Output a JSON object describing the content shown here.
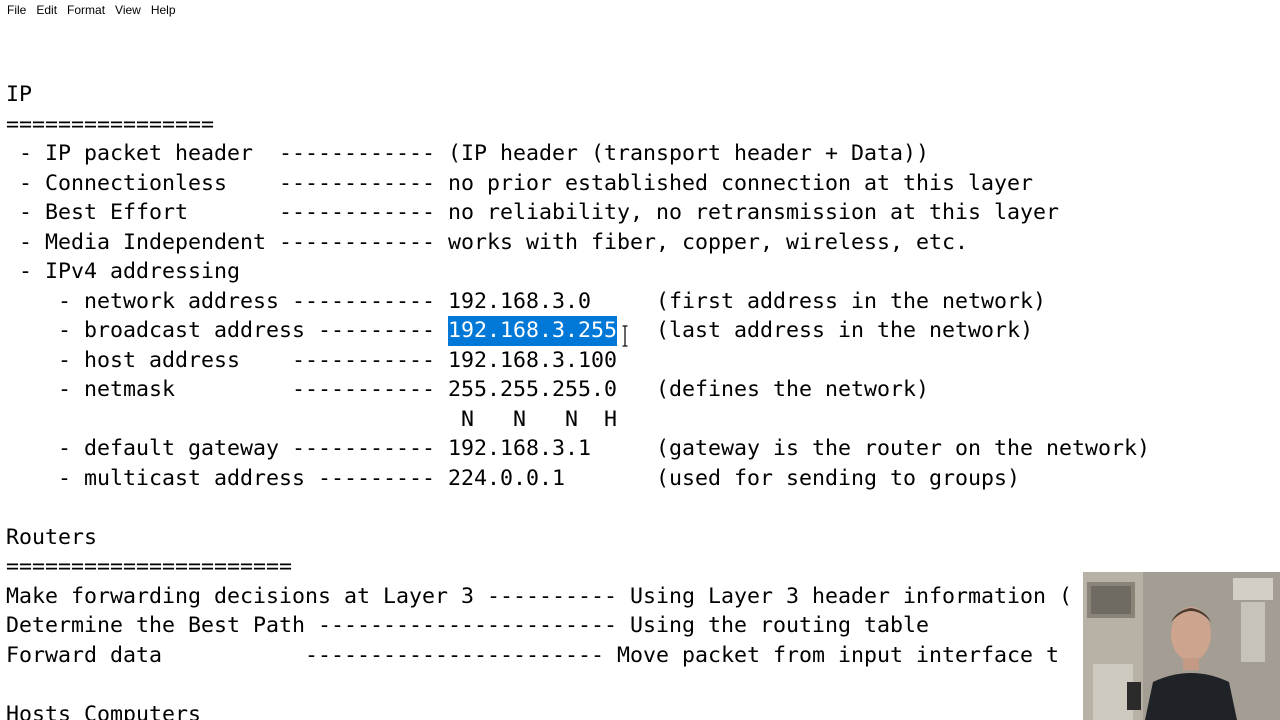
{
  "menu": {
    "items": [
      "File",
      "Edit",
      "Format",
      "View",
      "Help"
    ]
  },
  "editor": {
    "lines": [
      {
        "before": "IP",
        "selected": "",
        "after": ""
      },
      {
        "before": "================",
        "selected": "",
        "after": ""
      },
      {
        "before": " - IP packet header  ------------ (IP header (transport header + Data))",
        "selected": "",
        "after": ""
      },
      {
        "before": " - Connectionless    ------------ no prior established connection at this layer",
        "selected": "",
        "after": ""
      },
      {
        "before": " - Best Effort       ------------ no reliability, no retransmission at this layer",
        "selected": "",
        "after": ""
      },
      {
        "before": " - Media Independent ------------ works with fiber, copper, wireless, etc.",
        "selected": "",
        "after": ""
      },
      {
        "before": " - IPv4 addressing",
        "selected": "",
        "after": ""
      },
      {
        "before": "    - network address ----------- 192.168.3.0     (first address in the network)",
        "selected": "",
        "after": ""
      },
      {
        "before": "    - broadcast address --------- ",
        "selected": "192.168.3.255",
        "after": "   (last address in the network)"
      },
      {
        "before": "    - host address    ----------- 192.168.3.100",
        "selected": "",
        "after": ""
      },
      {
        "before": "    - netmask         ----------- 255.255.255.0   (defines the network)",
        "selected": "",
        "after": ""
      },
      {
        "before": "                                   N   N   N  H",
        "selected": "",
        "after": ""
      },
      {
        "before": "    - default gateway ----------- 192.168.3.1     (gateway is the router on the network)",
        "selected": "",
        "after": ""
      },
      {
        "before": "    - multicast address --------- 224.0.0.1       (used for sending to groups)",
        "selected": "",
        "after": ""
      },
      {
        "before": "",
        "selected": "",
        "after": ""
      },
      {
        "before": "Routers",
        "selected": "",
        "after": ""
      },
      {
        "before": "======================",
        "selected": "",
        "after": ""
      },
      {
        "before": "Make forwarding decisions at Layer 3 ---------- Using Layer 3 header information (",
        "selected": "",
        "after": ""
      },
      {
        "before": "Determine the Best Path ----------------------- Using the routing table",
        "selected": "",
        "after": ""
      },
      {
        "before": "Forward data           ----------------------- Move packet from input interface t",
        "selected": "",
        "after": ""
      },
      {
        "before": "",
        "selected": "",
        "after": ""
      },
      {
        "before": "Hosts Computers",
        "selected": "",
        "after": ""
      }
    ]
  },
  "colors": {
    "selection": "#0078d7",
    "text": "#000000",
    "background": "#ffffff"
  },
  "icons": {
    "cursor": "i-beam-cursor-icon"
  }
}
